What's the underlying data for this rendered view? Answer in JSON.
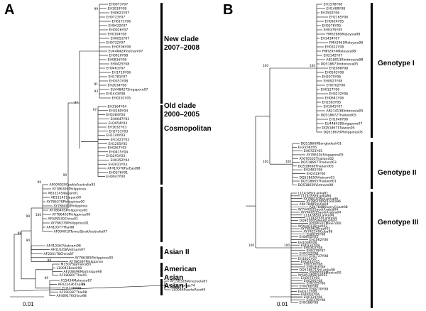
{
  "panel_a": {
    "letter": "A",
    "clades": {
      "new_clade": "New clade\n2007–2008",
      "old_clade": "Old clade\n2000–2005",
      "cosmopolitan": "Cosmopolitan",
      "asian_ii": "Asian II",
      "american_asian": "American Asian",
      "asian_i": "Asian I"
    },
    "scale": "0.01",
    "new_clade_leaves": [
      "EH0973Y07",
      "EH1019Y08",
      "EH0621Y07",
      "EH0723Y07",
      "EH0171Y06",
      "EH0432Y07",
      "EH0026Y07",
      "EH0194Y08",
      "EH0051Y07",
      "EH0722Y07",
      "EH0706Y08",
      "EU448429Vietnam07",
      "EH0910Y08",
      "EH0816Y08",
      "EH0425Y08",
      "EH0461Y07",
      "EH1710Y06",
      "EH1781Y07",
      "EH0351Y08",
      "EH2034Y08",
      "EU448427Singapore07",
      "EH1443Y08",
      "EH0201Y05"
    ],
    "old_clade_leaves": [
      "EH3164Y04",
      "EH3189Y04",
      "EH3384Y04",
      "EH0047Y03",
      "EH3054Y03",
      "EH3032Y03",
      "EH2751Y03",
      "EH1140Y03",
      "EH1421Y02",
      "EH1205Y05",
      "EH0267Y05",
      "EH0415Y04",
      "EH3291Y03",
      "EH0352Y04",
      "EH3021Y03",
      "AF410376FarEast98",
      "EH0376Y01",
      "EH0047Y00"
    ],
    "cosmo_leaves": [
      "AF004020CookIsAustralia93",
      "AY786395Philippines",
      "AB111454Japan01",
      "AB111451Japan00",
      "AY786378Philippines00",
      "AY786401Philippines",
      "AY786405Philippines00",
      "AY786403Philippines00",
      "AF509530China01",
      "AY786379Philippines01",
      "AF410377Thai98",
      "AF004019TorresStraitAustralia97"
    ],
    "asian_ii_leaves": [
      "AF410361Vietnam98",
      "AF410358Vietnam97",
      "AF204178China87",
      "AY786385Philippines00",
      "AY786397Philippines"
    ],
    "american_asian_leaves": [
      "M15075Jamaica83",
      "L10041Brazil90",
      "AF208496Martinique98",
      "AF180807Thai91"
    ],
    "asian_i_leaves": [
      "X15434Malaysia87",
      "AF022436Thai93",
      "EH1170Y08",
      "AF190387Thai98",
      "AF469176China98"
    ],
    "outgroup_leaves": [
      "AY158328Venezuela87",
      "X54319Tonga74",
      "L10046PuertoRico69"
    ],
    "bootstraps": [
      "99",
      "97",
      "97",
      "93",
      "81",
      "99",
      "99",
      "100",
      "99",
      "90",
      "98",
      "99",
      "98",
      "99"
    ]
  },
  "panel_b": {
    "letter": "B",
    "clades": {
      "genotype_i": "Genotype I",
      "genotype_ii": "Genotype II",
      "genotype_iii": "Genotype III"
    },
    "scale": "0.01",
    "genotype_i_leaves": [
      "EH1578Y08",
      "EH1489Y08",
      "EH1592Y06",
      "EH2165Y06",
      "EH0924Y05",
      "EH0376Y05",
      "EH0375Y05",
      "FMH2980Malaysia08",
      "EH1434Y07",
      "FMH2961Malaysia08",
      "EH0322Y08",
      "FMH2974Malaysia08",
      "EH2142Y07",
      "AB189130Indonesia98",
      "DQ518673Indonesia05",
      "EH2098Y08",
      "EH0593Y08",
      "EH2075Y06",
      "EH0927Y08",
      "EH0702Y06",
      "EH0127Y06",
      "EH3232Y06",
      "EH0641Y06",
      "EH2383Y05",
      "EH1941Y07",
      "AB214138Indonesia05",
      "DQ518672Thailand05",
      "EH1040Y06",
      "EU448428Singapore07",
      "DQ518671Taiwan05",
      "DQ518670Philippines05"
    ],
    "genotype_ii_leaves": [
      "DQ518669Bangladesh01",
      "EH2206Y05",
      "EH0723Y05",
      "AY786104Singapore05",
      "AY676502Thailand02",
      "DQ518667Thailand03",
      "DQ518668Thailand05",
      "EH2481Y06",
      "EH2413Y06",
      "DQ518650Vietnam03",
      "DQ518665Thailand01",
      "DQ518659Vietnam98"
    ],
    "genotype_iii_leaves": [
      "L11434SriLanka81",
      "L11435SriLanka89",
      "AY786103SriLanka96",
      "AY786108SriLanka96",
      "AB478485India04",
      "AB478486IvoryCoast08",
      "AY744052SaudiArabia04",
      "AY744051SaudiArabia04",
      "L11438SriLanka94",
      "L11437SriLanka94",
      "DQ912005Venezuela01",
      "AY099337Mexico00",
      "AY944013Brazil02",
      "AY785962Brazil01",
      "AY742249Cuba98",
      "EH0075Y08",
      "EH0055Y05",
      "EH1062Y06",
      "EH1009Y08",
      "EH0232Y08",
      "EH0302Y08",
      "EH0379Y07",
      "EH0321Y08",
      "EH1737Y08",
      "EH1801Y07",
      "EH0240Y05",
      "EH0376Y08",
      "EH0263Y08",
      "DQ518671SriLanka98",
      "AY099336Mexico00",
      "AY585249Brazil02",
      "EH0075Y05",
      "EH0295Y08",
      "EH0325Y06",
      "EH0260Y08",
      "EH0270Y08",
      "EH0171Y06",
      "EH0002Y06",
      "EH0124Y06",
      "EH0175Y08",
      "EH0186Y08"
    ],
    "bootstraps": [
      "100",
      "100",
      "100",
      "100",
      "100",
      "100"
    ]
  }
}
